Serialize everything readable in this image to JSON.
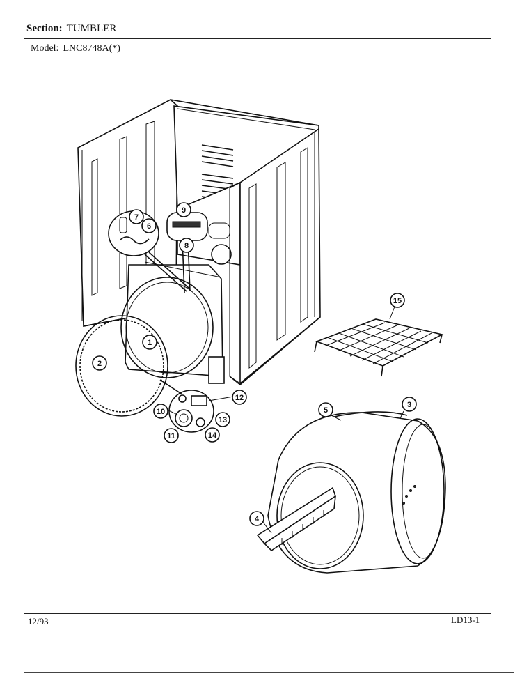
{
  "header": {
    "section_label": "Section:",
    "section_value": "TUMBLER",
    "model_label": "Model:",
    "model_value": "LNC8748A(*)"
  },
  "footer": {
    "date": "12/93",
    "page_id": "LD13-1"
  },
  "callouts": [
    "1",
    "2",
    "3",
    "4",
    "5",
    "6",
    "7",
    "8",
    "9",
    "10",
    "11",
    "12",
    "13",
    "14",
    "15"
  ],
  "icons": {
    "cabinet": "dryer-cabinet-icon",
    "drum": "tumbler-drum-icon",
    "rack": "drying-rack-icon"
  }
}
